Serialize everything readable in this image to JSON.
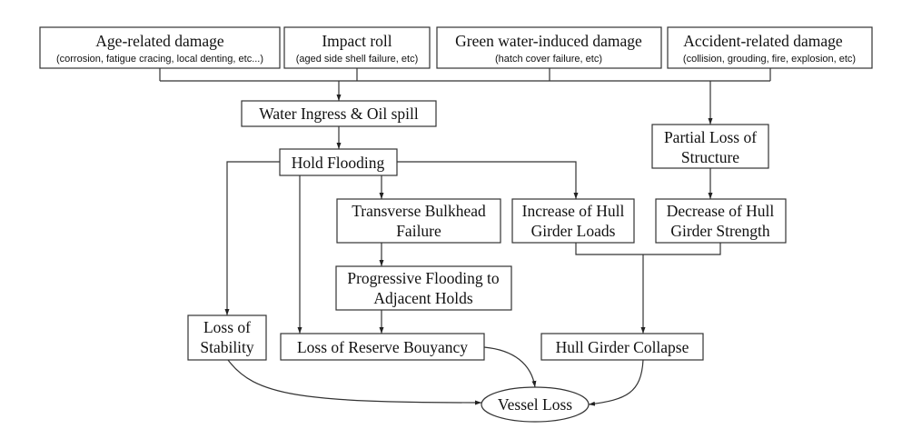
{
  "diagram": {
    "type": "flowchart",
    "nodes": {
      "age": {
        "label": "Age-related damage",
        "sub": "(corrosion, fatigue cracing, local denting, etc...)"
      },
      "impact": {
        "label": "Impact roll",
        "sub": "(aged side shell failure, etc)"
      },
      "green": {
        "label": "Green water-induced damage",
        "sub": "(hatch cover failure, etc)"
      },
      "accident": {
        "label": "Accident-related damage",
        "sub": "(collision, grouding, fire, explosion, etc)"
      },
      "water": {
        "label": "Water Ingress & Oil spill"
      },
      "hold": {
        "label": "Hold Flooding"
      },
      "partial": {
        "line1": "Partial Loss of",
        "line2": "Structure"
      },
      "bulkhead": {
        "line1": "Transverse Bulkhead",
        "line2": "Failure"
      },
      "increase": {
        "line1": "Increase of Hull",
        "line2": "Girder Loads"
      },
      "decrease": {
        "line1": "Decrease of Hull",
        "line2": "Girder Strength"
      },
      "progressive": {
        "line1": "Progressive Flooding to",
        "line2": "Adjacent Holds"
      },
      "stability": {
        "line1": "Loss of",
        "line2": "Stability"
      },
      "reserve": {
        "label": "Loss of Reserve Bouyancy"
      },
      "collapse": {
        "label": "Hull Girder Collapse"
      },
      "vessel": {
        "label": "Vessel Loss"
      }
    },
    "edges": [
      {
        "from": [
          "age",
          "impact",
          "green"
        ],
        "to": "water"
      },
      {
        "from": [
          "age",
          "impact",
          "green",
          "accident"
        ],
        "to": "partial"
      },
      {
        "from": "water",
        "to": "hold"
      },
      {
        "from": "hold",
        "to": "stability"
      },
      {
        "from": "hold",
        "to": "reserve"
      },
      {
        "from": "hold",
        "to": "bulkhead"
      },
      {
        "from": "hold",
        "to": "increase"
      },
      {
        "from": "partial",
        "to": "decrease"
      },
      {
        "from": "bulkhead",
        "to": "progressive"
      },
      {
        "from": "progressive",
        "to": "reserve"
      },
      {
        "from": [
          "increase",
          "decrease"
        ],
        "to": "collapse"
      },
      {
        "from": "stability",
        "to": "vessel"
      },
      {
        "from": "reserve",
        "to": "vessel"
      },
      {
        "from": "collapse",
        "to": "vessel"
      }
    ],
    "colors": {
      "stroke": "#333333",
      "text": "#111111",
      "background": "#ffffff"
    }
  }
}
